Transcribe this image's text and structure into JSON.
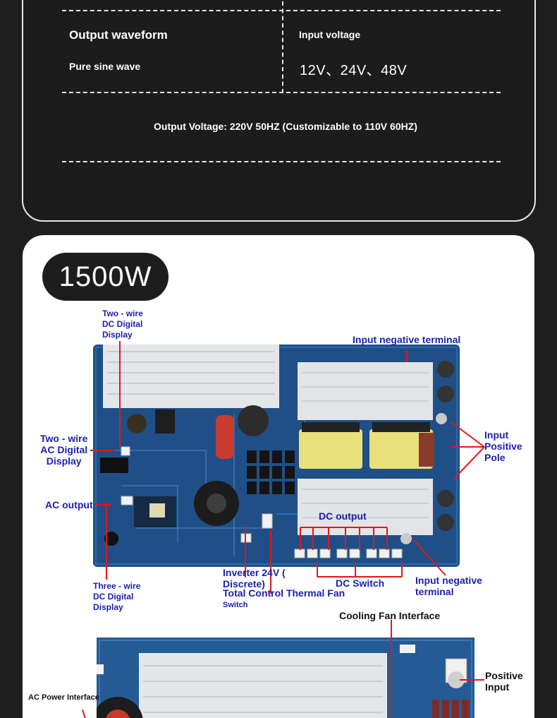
{
  "specs": {
    "output_waveform_title": "Output waveform",
    "output_waveform_value": "Pure sine wave",
    "input_voltage_title": "Input voltage",
    "input_voltage_value": "12V、24V、48V",
    "output_voltage": "Output Voltage: 220V 50HZ (Customizable to 110V 60HZ)"
  },
  "product": {
    "power_badge": "1500W",
    "labels": {
      "two_wire_dc_1": "Two - wire",
      "two_wire_dc_2": "DC Digital",
      "two_wire_dc_3": "Display",
      "input_negative_top": "Input negative terminal",
      "two_wire_ac_1": "Two - wire",
      "two_wire_ac_2": "AC Digital",
      "two_wire_ac_3": "Display",
      "input_positive_1": "Input",
      "input_positive_2": "Positive",
      "input_positive_3": "Pole",
      "ac_output": "AC output",
      "dc_output": "DC output",
      "three_wire_1": "Three - wire",
      "three_wire_2": "DC Digital",
      "three_wire_3": "Display",
      "inverter_1": "Inverter 24V (",
      "inverter_2": "Discrete)",
      "total_control": "Total Control Thermal Fan",
      "switch_small": "Switch",
      "dc_switch": "DC Switch",
      "input_negative_bottom_1": "Input negative",
      "input_negative_bottom_2": "terminal",
      "cooling_fan": "Cooling Fan Interface",
      "positive_input_1": "Positive",
      "positive_input_2": "Input",
      "ac_power_interface": "AC Power Interface"
    }
  },
  "colors": {
    "label_blue": "#1a1fb0",
    "leader_red": "#e01818",
    "pcb_blue": "#1f4f86",
    "heatsink": "#e4e6ea"
  }
}
